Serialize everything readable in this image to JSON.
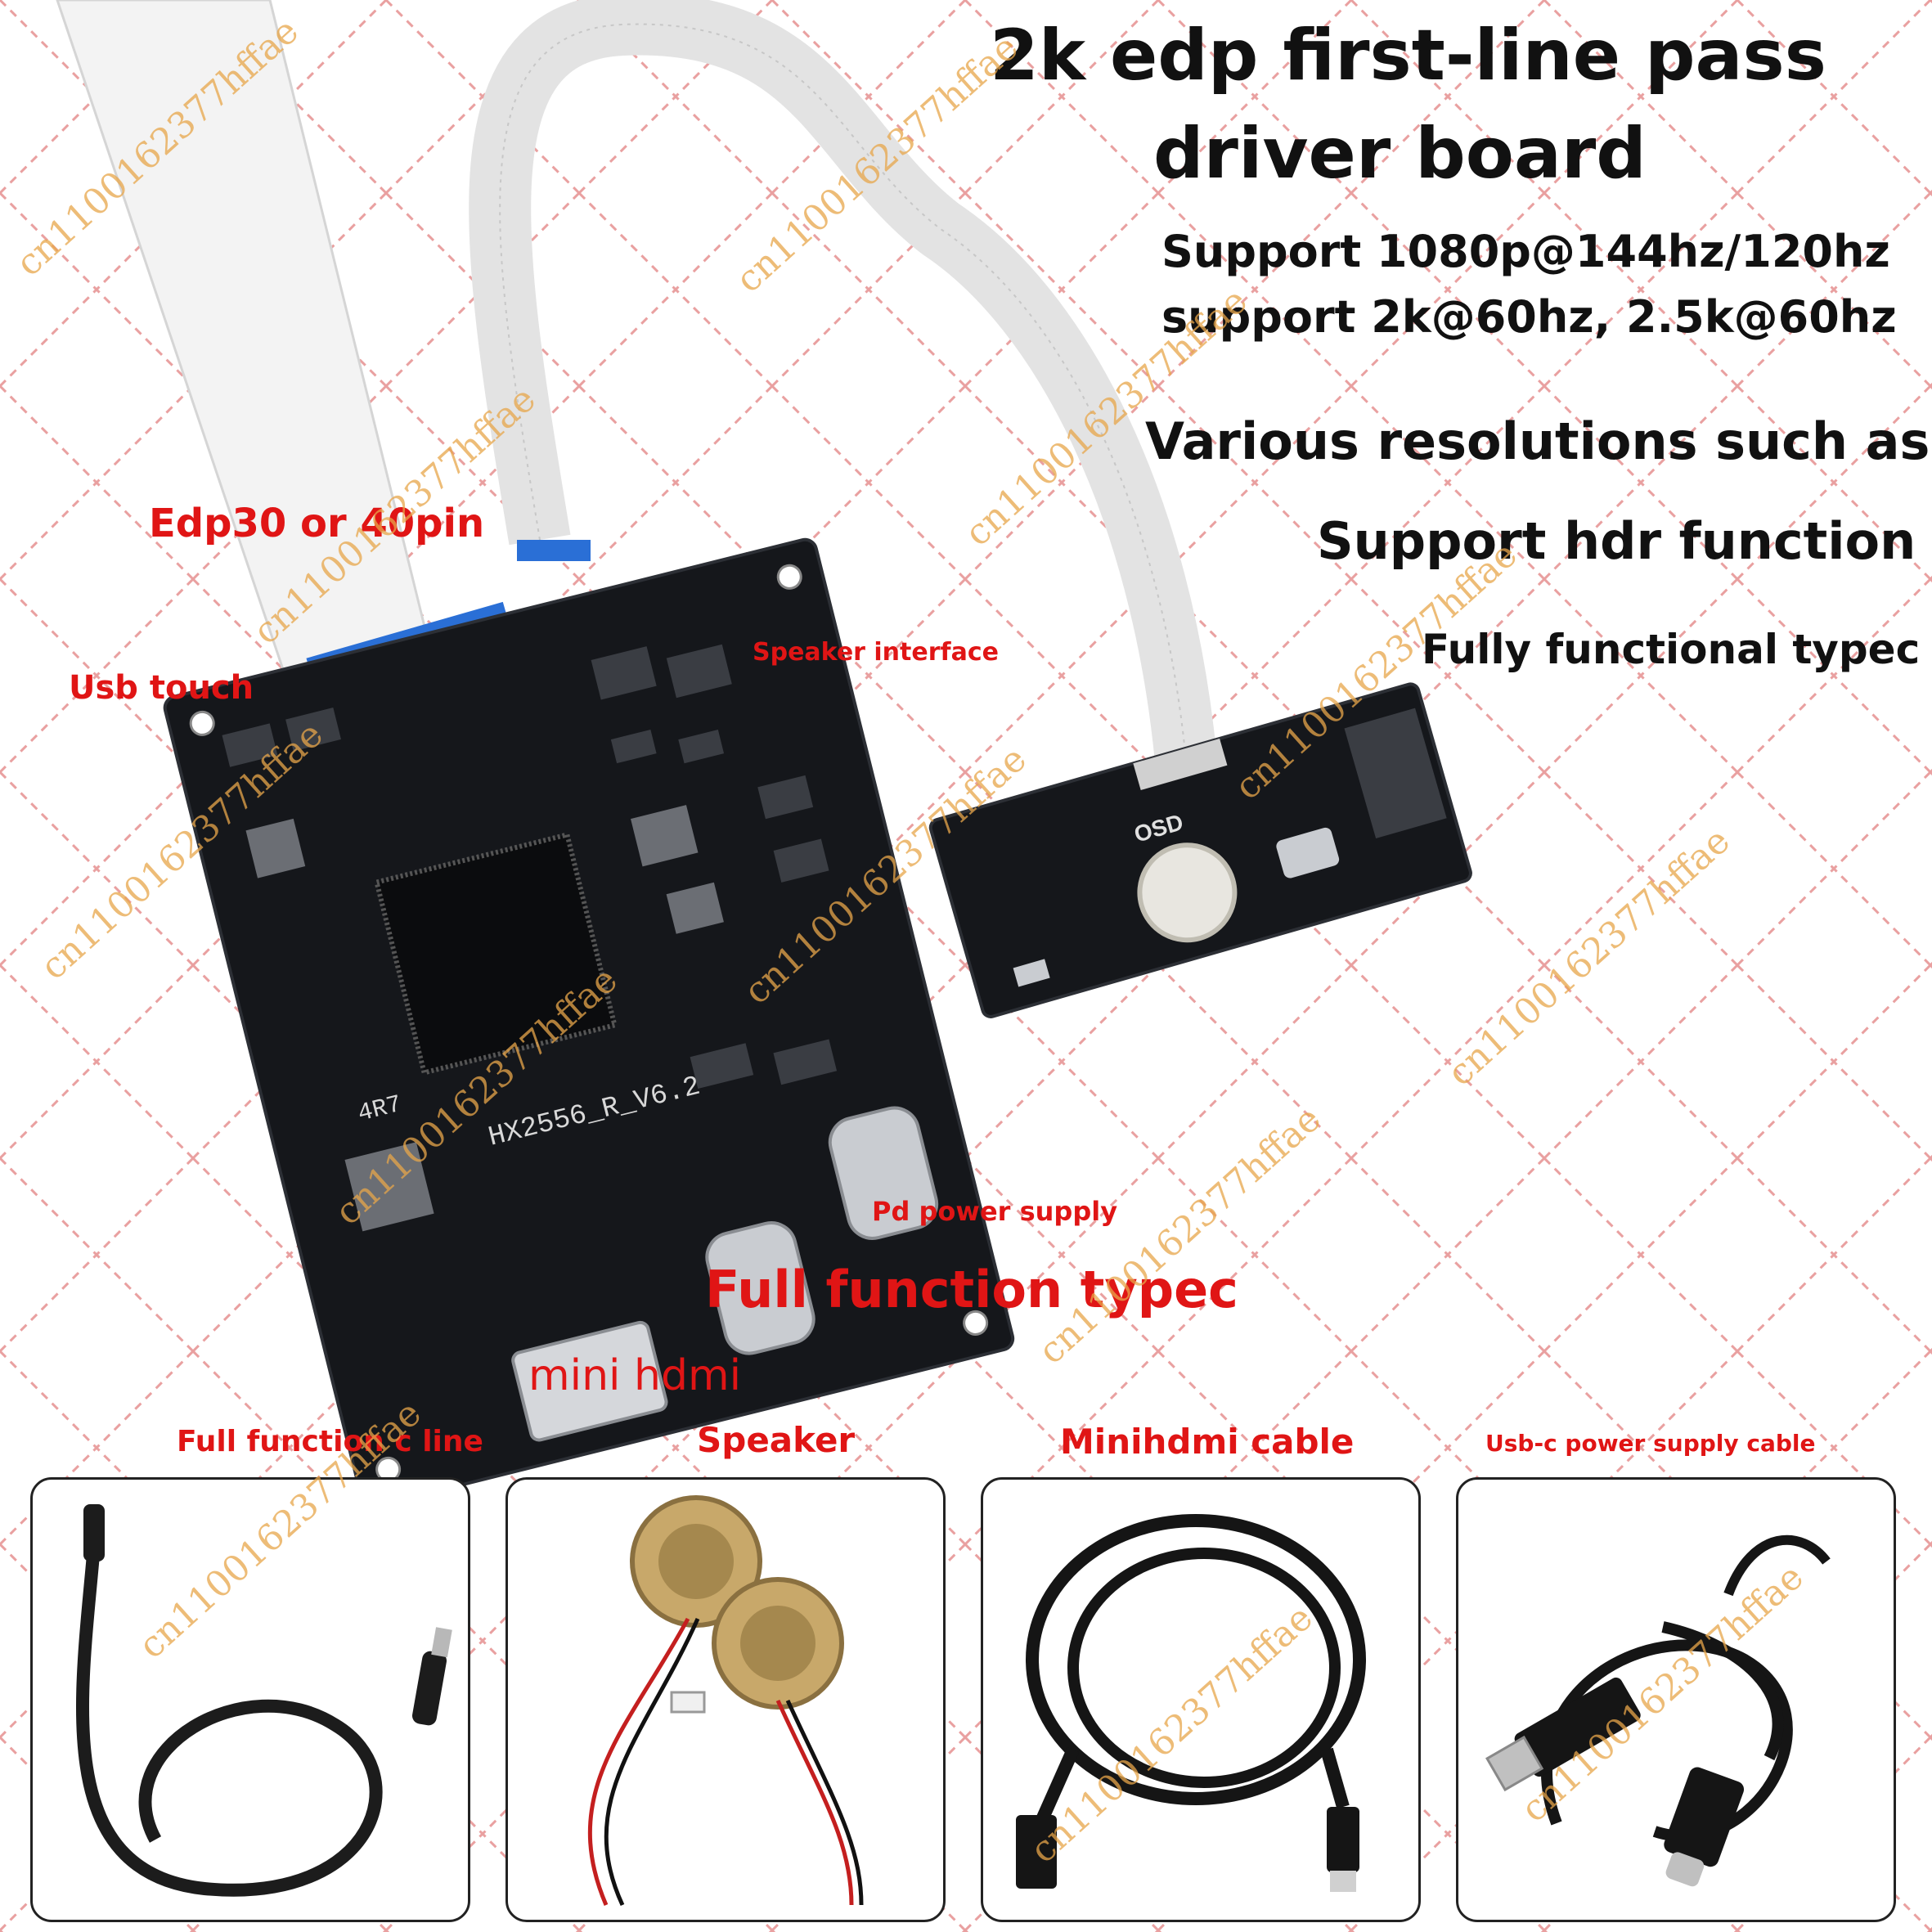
{
  "title": {
    "line1": "2k edp first-line pass",
    "line2": "driver board"
  },
  "specs": [
    "Support 1080p@144hz/120hz",
    "support 2k@60hz, 2.5k@60hz",
    "Various resolutions such as",
    "Support hdr function",
    "Fully functional typec"
  ],
  "callouts": {
    "edp": "Edp30 or 40pin",
    "usb_touch": "Usb touch",
    "speaker_interface": "Speaker interface",
    "pd_power": "Pd power supply",
    "full_function_typec": "Full function typec",
    "mini_hdmi": "mini hdmi"
  },
  "board": {
    "model": "HX2556_R_V6.2",
    "inductor": "4R7",
    "osd_label": "OSD"
  },
  "accessories": [
    {
      "label": "Full function c line",
      "icon": "usb-c-cable-icon"
    },
    {
      "label": "Speaker",
      "icon": "speaker-icon"
    },
    {
      "label": "Minihdmi cable",
      "icon": "hdmi-cable-icon"
    },
    {
      "label": "Usb-c power supply cable",
      "icon": "usb-a-to-c-cable-icon"
    }
  ],
  "watermark": "cn1100162377hffae",
  "colors": {
    "label_red": "#e01515",
    "text_dark": "#111111",
    "pcb": "#15171b",
    "watermark": "#e8a64a"
  }
}
